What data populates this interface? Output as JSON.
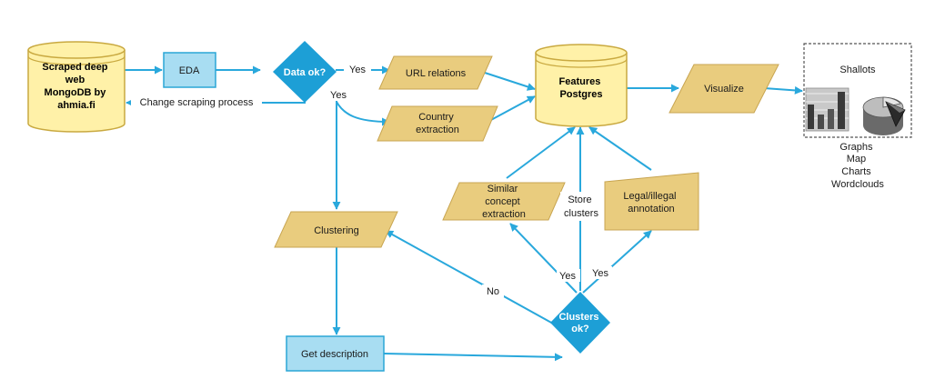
{
  "colors": {
    "arrow": "#29a8dc",
    "db_fill": "#fff1a8",
    "db_stroke": "#c9a940",
    "para_fill": "#e9cc7e",
    "para_stroke": "#c8a551",
    "process_fill": "#a8ddf2",
    "process_stroke": "#2aa6d6",
    "decision_fill": "#1d9fd6"
  },
  "nodes": {
    "scraped_db": [
      "Scraped deep",
      "web",
      "MongoDB by",
      "ahmia.fi"
    ],
    "eda": "EDA",
    "data_ok": "Data ok?",
    "url_relations": "URL relations",
    "country_extraction": [
      "Country",
      "extraction"
    ],
    "features_db": [
      "Features",
      "Postgres"
    ],
    "visualize": "Visualize",
    "shallots": {
      "title": "Shallots",
      "items": [
        "Graphs",
        "Map",
        "Charts",
        "Wordclouds"
      ]
    },
    "similar_concept": [
      "Similar",
      "concept",
      "extraction"
    ],
    "legal_annotation": [
      "Legal/illegal",
      "annotation"
    ],
    "clustering": "Clustering",
    "get_description": "Get description",
    "clusters_ok": [
      "Clusters",
      "ok?"
    ]
  },
  "edge_labels": {
    "change_scraping": "Change scraping process",
    "yes_url": "Yes",
    "yes_down": "Yes",
    "store_clusters": [
      "Store",
      "clusters"
    ],
    "yes_similar": "Yes",
    "yes_legal": "Yes",
    "no": "No"
  }
}
